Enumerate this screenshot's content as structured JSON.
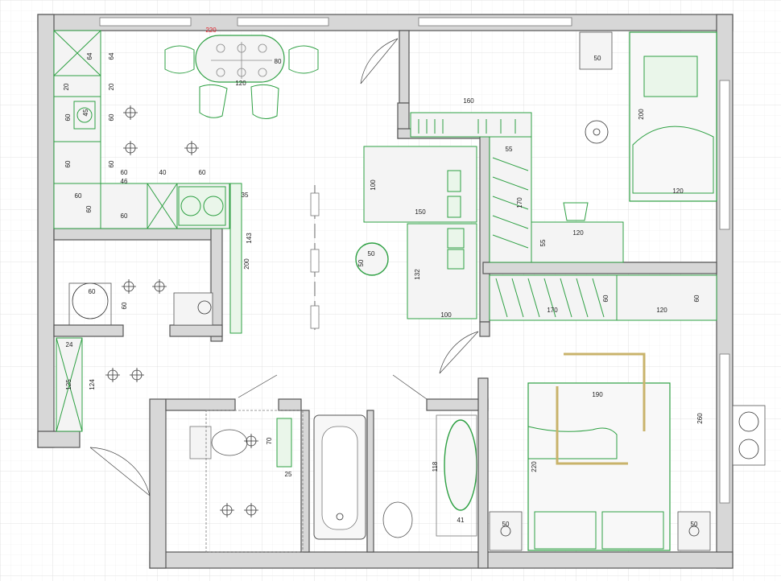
{
  "colors": {
    "wall": "#d7d7d7",
    "furniture": "#2ea043",
    "accent_dim": "#e0202a",
    "grid": "#e6e6e6"
  },
  "dims": {
    "table_top": "220",
    "table_w": "120",
    "table_h": "80",
    "k_64a": "64",
    "k_64b": "64",
    "k_20a": "20",
    "k_20b": "20",
    "k_60a": "60",
    "k_45": "45",
    "k_60b": "60",
    "k_60c": "60",
    "k_60d": "60",
    "k_60e": "60",
    "k_40": "40",
    "k_60f": "60",
    "k_46": "46",
    "k_60g": "60",
    "k_60h": "60",
    "k_60i": "60",
    "k_35": "35",
    "k_143": "143",
    "k_200": "200",
    "b_60": "60",
    "b_60v": "60",
    "h_24": "24",
    "h_125": "125",
    "h_124": "124",
    "l_100": "100",
    "l_150": "150",
    "l_50a": "50",
    "l_50b": "50",
    "l_132": "132",
    "l_100b": "100",
    "r1_160": "160",
    "r1_50": "50",
    "r1_55": "55",
    "r1_170": "170",
    "r1_200": "200",
    "r1_120a": "120",
    "r1_120b": "120",
    "r1_55b": "55",
    "r2_170": "170",
    "r2_60a": "60",
    "r2_120": "120",
    "r2_60b": "60",
    "r2_190": "190",
    "r2_260": "260",
    "r2_220": "220",
    "r2_50a": "50",
    "r2_50b": "50",
    "w_70": "70",
    "w_25": "25",
    "w_118": "118",
    "w_41": "41"
  }
}
